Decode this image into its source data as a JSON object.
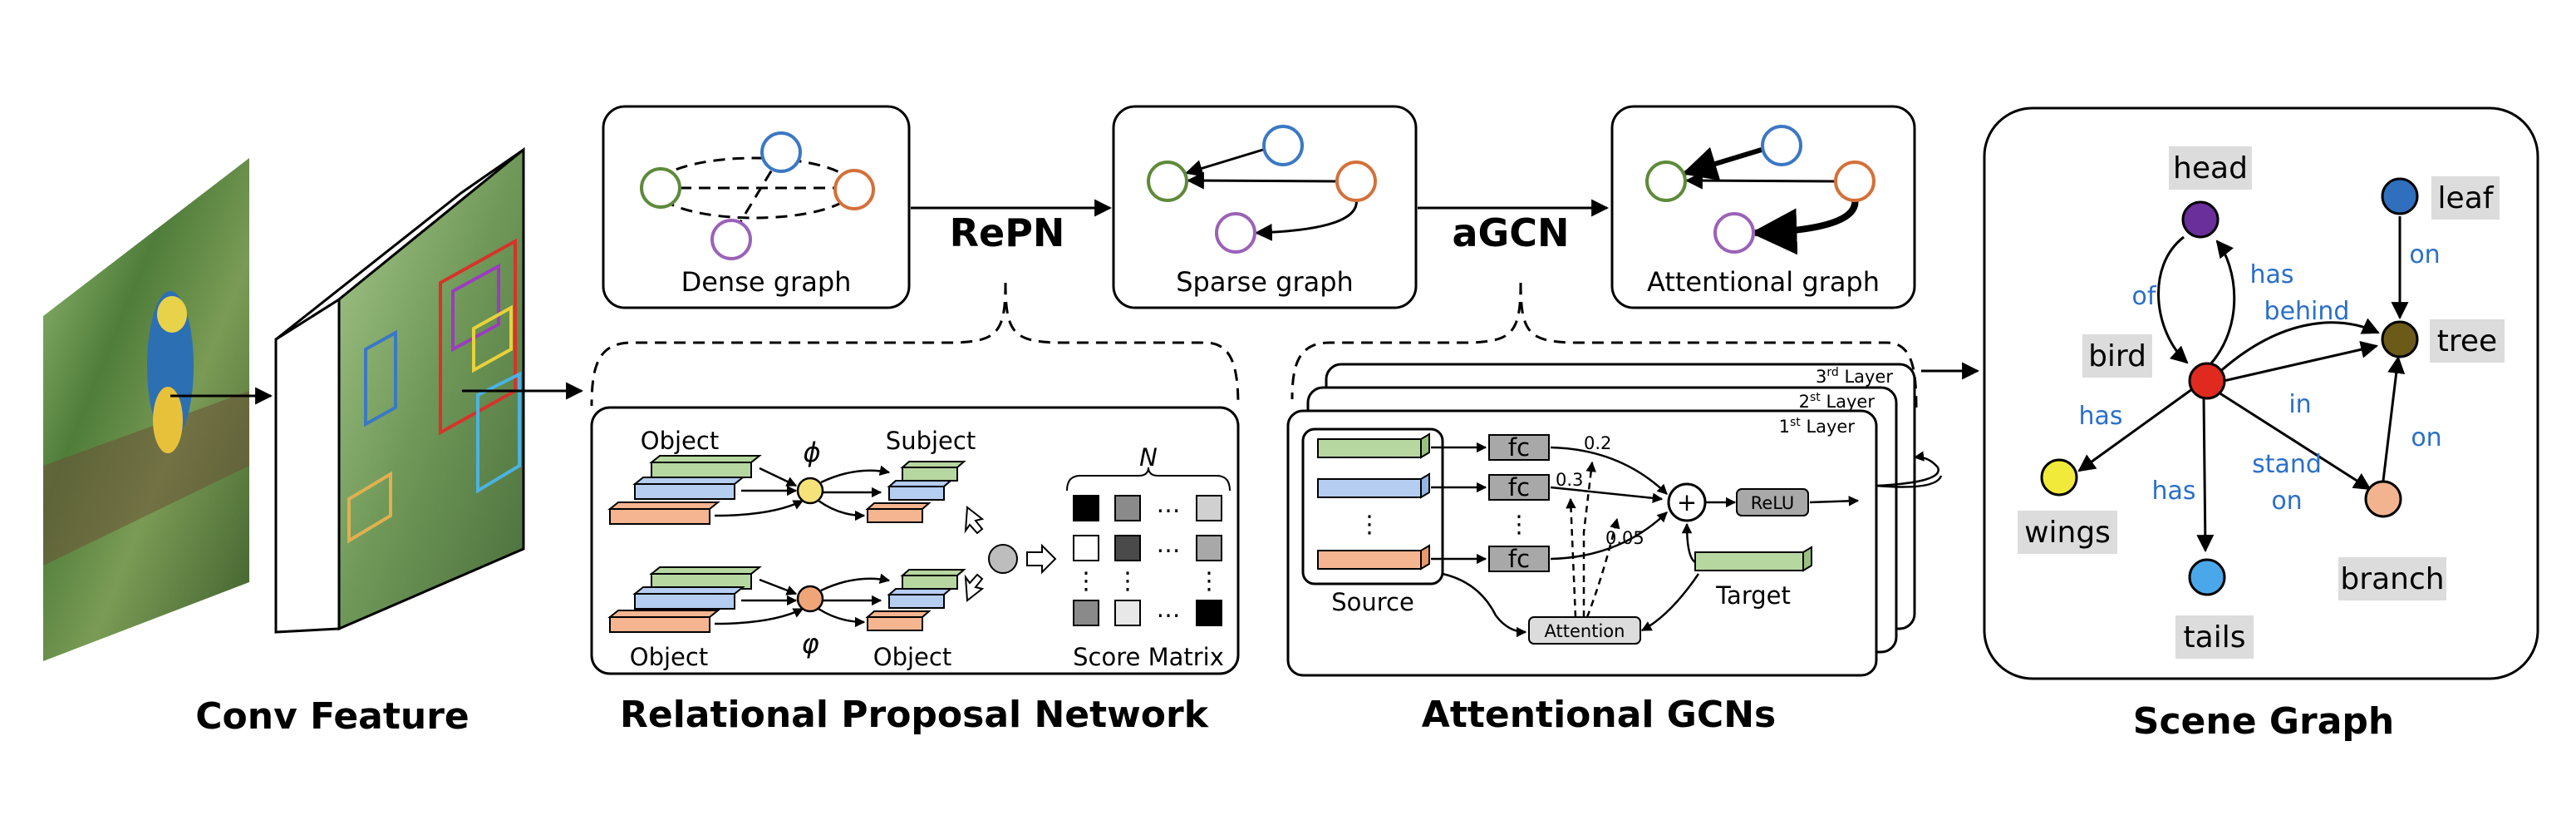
{
  "captions": {
    "conv_feature": "Conv Feature",
    "repn_full": "Relational Proposal Network",
    "agcn_full": "Attentional GCNs",
    "scene_graph": "Scene Graph"
  },
  "arrows": {
    "repn": "RePN",
    "agcn": "aGCN"
  },
  "graphs": {
    "dense": "Dense graph",
    "sparse": "Sparse graph",
    "attentional": "Attentional graph"
  },
  "repn": {
    "object_top": "Object",
    "subject_top": "Subject",
    "object_bottom_left": "Object",
    "object_bottom_right": "Object",
    "phi": "ϕ",
    "varphi": "φ",
    "n_label": "N",
    "dots": "…",
    "vdots": "⋮",
    "score_matrix": "Score Matrix"
  },
  "agcn": {
    "layer3": "3",
    "layer2": "2",
    "layer1": "1",
    "layer3_sup": "rd",
    "layer2_sup": "st",
    "layer1_sup": "st",
    "layer_word": " Layer",
    "fc": "fc",
    "relu": "ReLU",
    "attention": "Attention",
    "source": "Source",
    "target": "Target",
    "plus": "+",
    "w1": "0.2",
    "w2": "0.3",
    "w3": "0.05",
    "vdots": "⋮"
  },
  "scene": {
    "nodes": {
      "head": "head",
      "leaf": "leaf",
      "bird": "bird",
      "tree": "tree",
      "wings": "wings",
      "tails": "tails",
      "branch": "branch"
    },
    "edges": {
      "of": "of",
      "has_head": "has",
      "behind": "behind",
      "in": "in",
      "on_leaf": "on",
      "has_wings": "has",
      "has_tails": "has",
      "stand": "stand",
      "stand_on": "on",
      "on_branch": "on"
    }
  },
  "colors": {
    "green": "#5e8a3a",
    "blue": "#3b78c4",
    "orange": "#d4703a",
    "purple": "#9b62b8",
    "edge_text": "#2a6fc9",
    "bird_node": "#e02a20",
    "head_node": "#6a2f9a",
    "leaf_node": "#2f6fbd",
    "tree_node": "#6b5a18",
    "wings_node": "#f2ea3a",
    "tails_node": "#4aa8ea",
    "branch_node": "#f2b48e",
    "label_bg": "#dcdcdc"
  }
}
